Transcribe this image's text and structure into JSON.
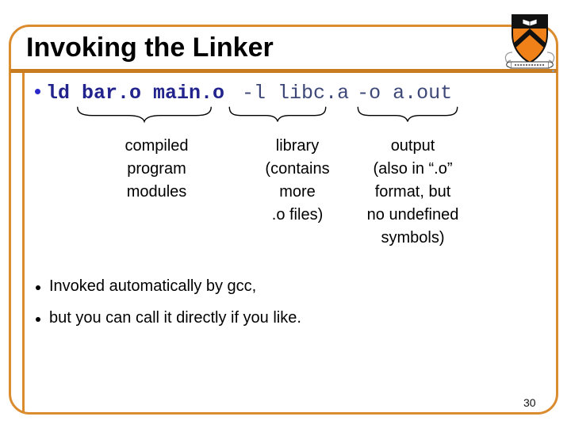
{
  "title": "Invoking the Linker",
  "page_number": "30",
  "command": {
    "segments": [
      {
        "text": "ld bar.o main.o",
        "emphasis": "bold"
      },
      {
        "text": "-l libc.a",
        "emphasis": "regular"
      },
      {
        "text": "-o a.out",
        "emphasis": "regular"
      }
    ]
  },
  "annotations": [
    {
      "label": "compiled\nprogram\nmodules"
    },
    {
      "label": "library\n(contains\nmore\n.o files)"
    },
    {
      "label": "output\n(also in “.o”\nformat, but\nno undefined\nsymbols)"
    }
  ],
  "bullets": [
    {
      "text": "Invoked automatically by gcc,"
    },
    {
      "text": "but you can call it directly if you like."
    }
  ],
  "icons": {
    "logo": "princeton-shield",
    "command_bullet": "blue-dot",
    "list_bullet": "black-dot",
    "underbrace": "curly-brace-down"
  },
  "colors": {
    "frame_orange": "#DB8C2F",
    "separator_orange": "#C87C1F",
    "command_primary_navy": "#23238E",
    "command_secondary_navy": "#3D4878",
    "bullet_blue": "#2929CC",
    "princeton_orange": "#F08018",
    "text_black": "#000000"
  }
}
